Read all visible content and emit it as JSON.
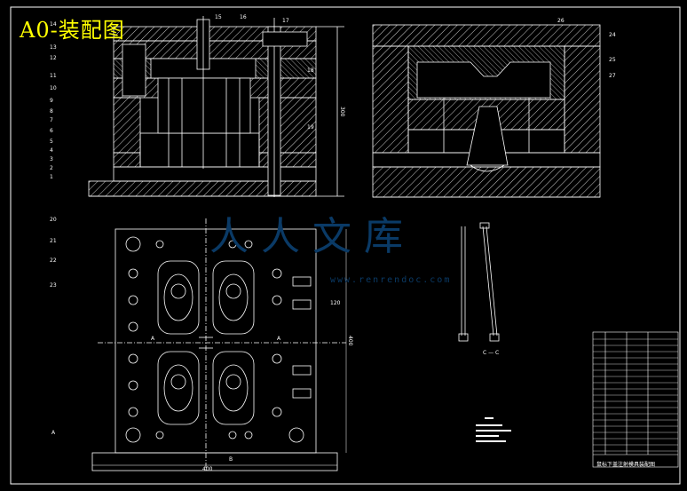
{
  "header": {
    "title": "A0-装配图"
  },
  "title_block": {
    "caption": "鼠标下盖注射模具装配图"
  },
  "section_label": "C — C",
  "dimensions": {
    "total_height": "300",
    "plan_width": "400",
    "plan_height": "400",
    "sub_width": "120"
  },
  "view_labels": {
    "a1": "A",
    "a2": "A",
    "b": "B",
    "left_marker": "A"
  },
  "part_numbers_left": [
    "14",
    "13",
    "12",
    "11",
    "10",
    "9",
    "8",
    "7",
    "6",
    "5",
    "4",
    "3",
    "2",
    "1"
  ],
  "part_numbers_top": [
    "15",
    "16",
    "17",
    "18",
    "19"
  ],
  "part_numbers_right": [
    "26",
    "24",
    "25",
    "27"
  ],
  "part_numbers_plan": [
    "20",
    "21",
    "22",
    "23"
  ],
  "watermark": {
    "cn": "人人文库",
    "url": "www.renrendoc.com"
  },
  "colors": {
    "line": "#ffffff",
    "hatch": "#ffffff",
    "accent": "#ffff00",
    "bg": "#000000",
    "watermark": "#0a3a66"
  }
}
